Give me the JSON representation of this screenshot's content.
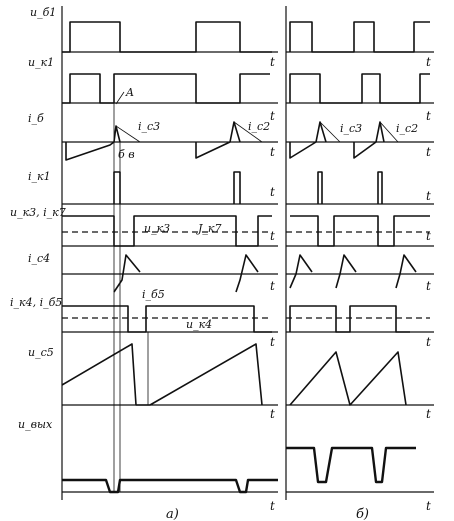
{
  "rows": [
    {
      "id": "r1",
      "label": "u_б1",
      "time_label": "t",
      "time_label_b": "t"
    },
    {
      "id": "r2",
      "label": "u_к1",
      "time_label": "t",
      "time_label_b": "t"
    },
    {
      "id": "r3",
      "label": "i_б",
      "time_label": "t",
      "time_label_b": "t"
    },
    {
      "id": "r4",
      "label": "i_к1",
      "time_label": "t",
      "time_label_b": "t"
    },
    {
      "id": "r5",
      "label": "u_к3, i_к7",
      "time_label": "t",
      "time_label_b": "t"
    },
    {
      "id": "r6",
      "label": "i_с4",
      "time_label": "t",
      "time_label_b": "t"
    },
    {
      "id": "r7",
      "label": "i_к4, i_б5",
      "time_label": "t",
      "time_label_b": "t"
    },
    {
      "id": "r8",
      "label": "u_с5",
      "time_label": "t",
      "time_label_b": "t"
    },
    {
      "id": "r9",
      "label": "u_вых",
      "time_label": "t",
      "time_label_b": "t"
    }
  ],
  "annotations": {
    "point_a": "A",
    "ic3_a": "i_c3",
    "ic2_a": "i_c2",
    "points_bv": "б  в",
    "ic3_b": "i_c3",
    "ic2_b": "i_c2",
    "uk3": "u_к3",
    "ik7": "J_к7",
    "ib5": "i_б5",
    "uk4": "u_к4"
  },
  "captions": {
    "a": "а)",
    "b": "б)"
  }
}
